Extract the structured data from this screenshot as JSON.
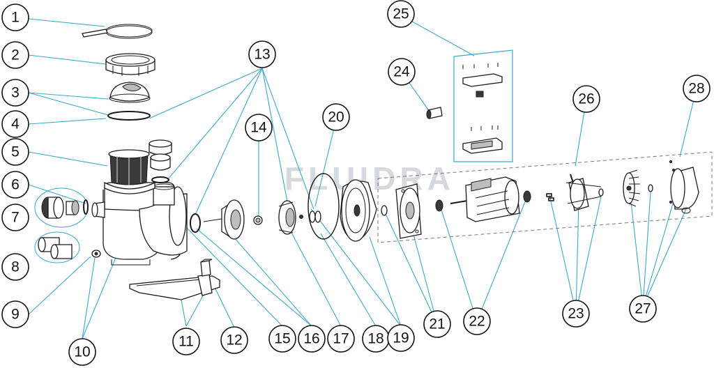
{
  "watermark": "FLUIDRA",
  "callouts": [
    "1",
    "2",
    "3",
    "4",
    "5",
    "6",
    "7",
    "8",
    "9",
    "10",
    "11",
    "12",
    "13",
    "14",
    "15",
    "16",
    "17",
    "18",
    "19",
    "20",
    "21",
    "22",
    "23",
    "24",
    "25",
    "26",
    "27",
    "28"
  ],
  "colors": {
    "leader": "#3ba7c7",
    "outline": "#1a1a1a",
    "watermark": "#d6d9de"
  }
}
